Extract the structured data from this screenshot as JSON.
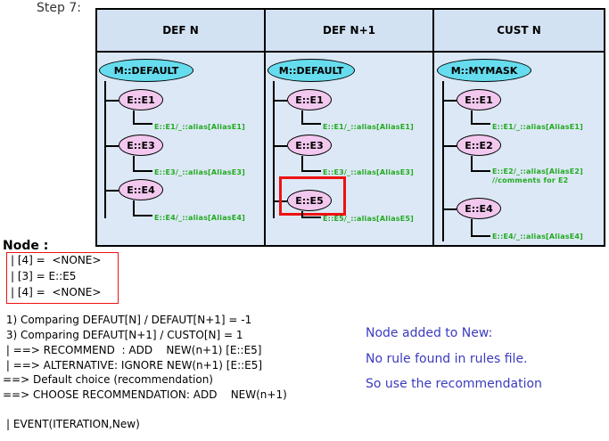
{
  "step_title": "Step 7:",
  "panels": [
    {
      "header": "DEF N",
      "mask": "M::DEFAULT",
      "elements": [
        {
          "label": "E::E1",
          "alias": "E::E1/_::alias[AliasE1]"
        },
        {
          "label": "E::E3",
          "alias": "E::E3/_::alias[AliasE3]"
        },
        {
          "label": "E::E4",
          "alias": "E::E4/_::alias[AliasE4]"
        }
      ]
    },
    {
      "header": "DEF N+1",
      "mask": "M::DEFAULT",
      "elements": [
        {
          "label": "E::E1",
          "alias": "E::E1/_::alias[AliasE1]"
        },
        {
          "label": "E::E3",
          "alias": "E::E3/_::alias[AliasE3]"
        },
        {
          "label": "E::E5",
          "alias": "E::E5/_::alias[AliasE5]"
        }
      ]
    },
    {
      "header": "CUST N",
      "mask": "M::MYMASK",
      "elements": [
        {
          "label": "E::E1",
          "alias": "E::E1/_::alias[AliasE1]"
        },
        {
          "label": "E::E2",
          "alias": "E::E2/_::alias[AliasE2]",
          "comment": "//comments for E2"
        },
        {
          "label": "E::E4",
          "alias": "E::E4/_::alias[AliasE4]"
        }
      ]
    }
  ],
  "node_section": {
    "title": "Node :",
    "lines": [
      "| [4] =  <NONE>",
      "| [3] = E::E5",
      "| [4] =  <NONE>"
    ]
  },
  "log_lines": [
    " 1) Comparing DEFAUT[N] / DEFAUT[N+1] = -1",
    " 3) Comparing DEFAUT[N+1] / CUSTO[N] = 1",
    " | ==> RECOMMEND  : ADD    NEW(n+1) [E::E5]",
    " | ==> ALTERNATIVE: IGNORE NEW(n+1) [E::E5]",
    "==> Default choice (recommendation)",
    "==> CHOOSE RECOMMENDATION: ADD    NEW(n+1)",
    "| EVENT(ITERATION,New)"
  ],
  "notes": [
    "Node added to New:",
    "No rule found in rules file.",
    "So use the recommendation"
  ],
  "colors": {
    "mask_fill": "#66ddee",
    "element_fill": "#f2c8ee",
    "alias_text": "#22aa22",
    "highlight": "#ee1111",
    "note_text": "#3b3bc0",
    "panel_fill": "#dce8f5"
  }
}
